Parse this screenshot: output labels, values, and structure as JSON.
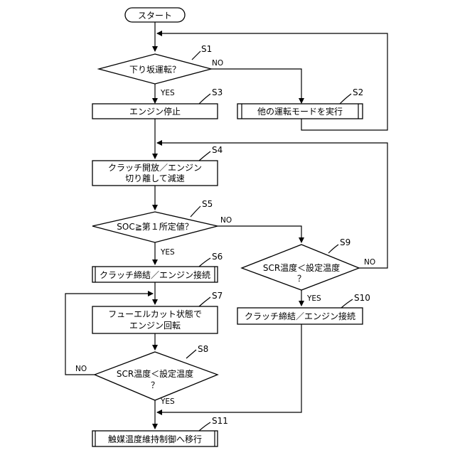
{
  "flowchart": {
    "start": "スタート",
    "s1": {
      "step": "S1",
      "text": "下り坂運転？"
    },
    "s2": {
      "step": "S2",
      "text": "他の運転モードを実行"
    },
    "s3": {
      "step": "S3",
      "text": "エンジン停止"
    },
    "s4": {
      "step": "S4",
      "line1": "クラッチ開放／エンジン",
      "line2": "切り離して減速"
    },
    "s5": {
      "step": "S5",
      "text": "SOC≧第１所定値？"
    },
    "s6": {
      "step": "S6",
      "text": "クラッチ締結／エンジン接続"
    },
    "s7": {
      "step": "S7",
      "line1": "フューエルカット状態で",
      "line2": "エンジン回転"
    },
    "s8": {
      "step": "S8",
      "line1": "SCR温度＜設定温度",
      "line2": "？"
    },
    "s9": {
      "step": "S9",
      "line1": "SCR温度＜設定温度",
      "line2": "？"
    },
    "s10": {
      "step": "S10",
      "text": "クラッチ締結／エンジン接続"
    },
    "s11": {
      "step": "S11",
      "text": "触媒温度維持制御へ移行"
    },
    "yes": "YES",
    "no": "NO"
  }
}
